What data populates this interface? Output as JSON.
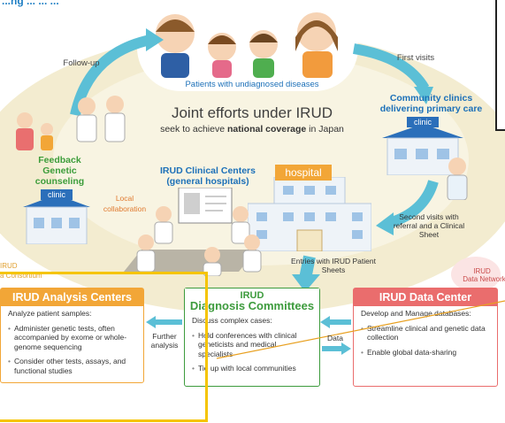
{
  "header": {
    "partial_title": "...ng ... ... ..."
  },
  "cloud": {
    "caption": "Patients with undiagnosed diseases"
  },
  "center": {
    "title": "Joint efforts under IRUD",
    "subtitle_pre": "seek to achieve ",
    "subtitle_bold": "national coverage",
    "subtitle_post": " in Japan"
  },
  "cycle": {
    "follow_up": "Follow-up",
    "first_visits": "First visits",
    "community_clinics": "Community clinics delivering primary care",
    "clinic_sign": "clinic",
    "feedback": "Feedback Genetic counseling",
    "local_collab": "Local collaboration",
    "clinical_centers": "IRUD Clinical Centers (general hospitals)",
    "hospital_sign": "hospital",
    "second_visits": "Second visits with referral and a Clinical Sheet",
    "entries": "Entries with IRUD Patient Sheets"
  },
  "network_labels": {
    "consortium": "a Consortium",
    "irud_small": "IRUD",
    "data_network_1": "IRUD",
    "data_network_2": "Data Network"
  },
  "analysis": {
    "title": "IRUD Analysis Centers",
    "intro": "Analyze patient samples:",
    "items": [
      "Administer genetic tests, often accompanied by exome or whole-genome sequencing",
      "Consider other tests, assays, and functional studies"
    ]
  },
  "diagnosis": {
    "title_1": "IRUD",
    "title_2": "Diagnosis Committees",
    "intro": "Discuss complex cases:",
    "items": [
      "Hold conferences with clinical geneticists and medical specialists",
      "Tie up with local communities"
    ]
  },
  "data_center": {
    "title": "IRUD Data Center",
    "intro": "Develop and Manage databases:",
    "items": [
      "Streamline clinical and genetic data collection",
      "Enable global data-sharing"
    ]
  },
  "connectors": {
    "further_analysis": "Further analysis",
    "data": "Data"
  },
  "colors": {
    "analysis": "#f2a637",
    "diagnosis": "#3d9b3d",
    "data_center": "#ea6d6d",
    "arrow": "#5bbfd6",
    "highlight": "#f5c400"
  }
}
